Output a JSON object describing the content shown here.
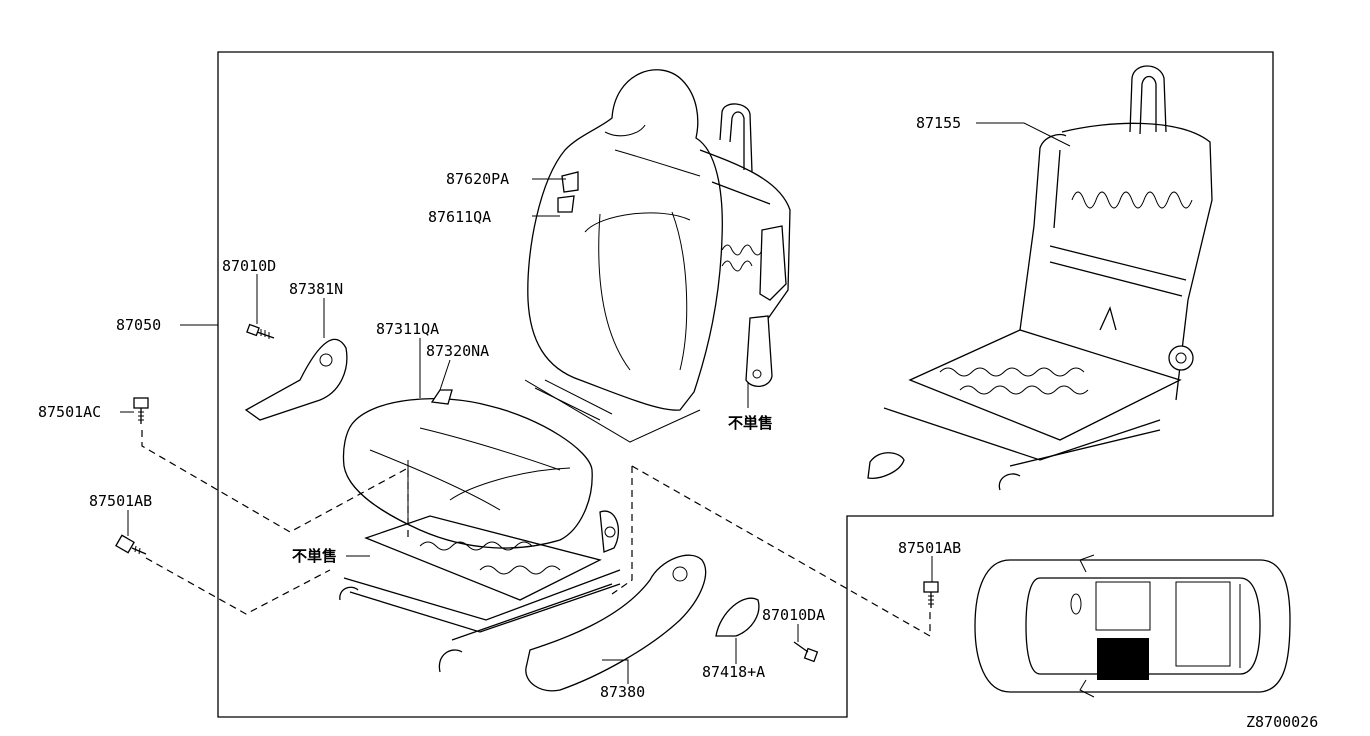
{
  "diagram_code": "Z8700026",
  "labels": {
    "p87050": "87050",
    "p87010D": "87010D",
    "p87381N": "87381N",
    "p87501AC": "87501AC",
    "p87501AB_left": "87501AB",
    "p87311QA": "87311QA",
    "p87320NA": "87320NA",
    "p87620PA": "87620PA",
    "p87611QA": "87611QA",
    "p87155": "87155",
    "p87380": "87380",
    "p87418A": "87418+A",
    "p87010DA": "87010DA",
    "p87501AB_right": "87501AB"
  },
  "notes": {
    "not_sold_back": "不単售",
    "not_sold_seat": "不単售"
  }
}
